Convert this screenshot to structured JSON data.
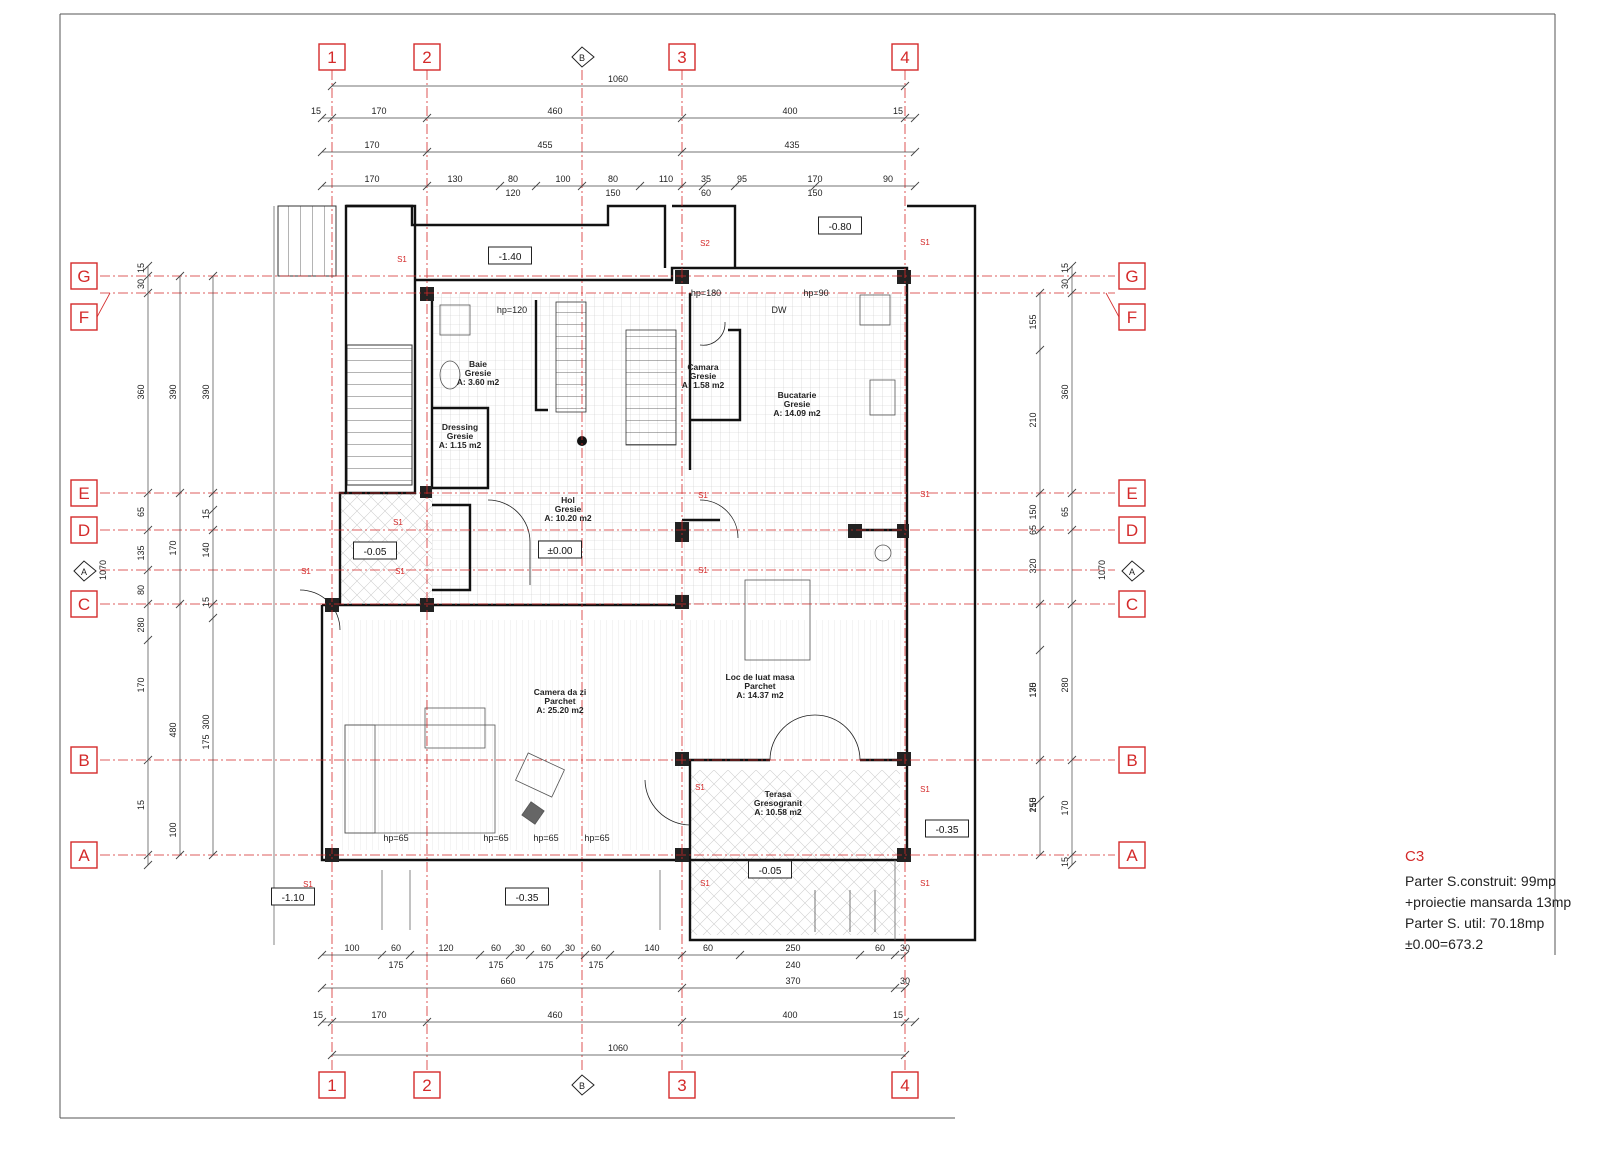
{
  "axes": {
    "columns": [
      "1",
      "2",
      "3",
      "4"
    ],
    "rows": [
      "G",
      "F",
      "E",
      "D",
      "C",
      "B",
      "A"
    ],
    "section_b": "B",
    "section_a": "A"
  },
  "dimensions": {
    "top_total": "1060",
    "top_row1": [
      "15",
      "170",
      "460",
      "400",
      "15"
    ],
    "top_row2": [
      "170",
      "455",
      "435"
    ],
    "top_row3": [
      "170",
      "130",
      "80",
      "100",
      "80",
      "110",
      "35",
      "95",
      "170",
      "90"
    ],
    "top_row3b": [
      "120",
      "150",
      "60",
      "150"
    ],
    "bottom_row1": [
      "100",
      "60",
      "120",
      "60",
      "30",
      "60",
      "30",
      "60",
      "140",
      "60",
      "250",
      "60",
      "30"
    ],
    "bottom_row1b": [
      "175",
      "175",
      "175",
      "175",
      "240"
    ],
    "bottom_row2": [
      "660",
      "370",
      "30"
    ],
    "bottom_row3": [
      "15",
      "170",
      "460",
      "400",
      "15"
    ],
    "bottom_total": "1060",
    "left_outer": [
      "15",
      "30",
      "360",
      "65",
      "135",
      "80",
      "280",
      "170",
      "15"
    ],
    "left_mid": [
      "390",
      "170",
      "480",
      "100"
    ],
    "left_inner": [
      "390",
      "15",
      "140",
      "15",
      "300",
      "175"
    ],
    "left_total": "1070",
    "right_inner": [
      "155",
      "210",
      "150",
      "65",
      "320",
      "135",
      "170",
      "150",
      "215",
      "170"
    ],
    "right_outer": [
      "15",
      "30",
      "360",
      "65",
      "280",
      "15"
    ],
    "right_total": "1070"
  },
  "rooms": [
    {
      "name": "Baie",
      "finish": "Gresie",
      "area": "A: 3.60 m2"
    },
    {
      "name": "Dressing",
      "finish": "Gresie",
      "area": "A: 1.15 m2"
    },
    {
      "name": "Camara",
      "finish": "Gresie",
      "area": "A: 1.58 m2"
    },
    {
      "name": "Bucatarie",
      "finish": "Gresie",
      "area": "A: 14.09 m2"
    },
    {
      "name": "Hol",
      "finish": "Gresie",
      "area": "A: 10.20 m2"
    },
    {
      "name": "Camera da zi",
      "finish": "Parchet",
      "area": "A: 25.20 m2"
    },
    {
      "name": "Loc de luat masa",
      "finish": "Parchet",
      "area": "A: 14.37 m2"
    },
    {
      "name": "Terasa",
      "finish": "Gresogranit",
      "area": "A: 10.58 m2"
    }
  ],
  "levels": [
    "-1.40",
    "-0.80",
    "-0.05",
    "±0.00",
    "-0.35",
    "-0.05",
    "-1.10",
    "-0.35",
    "-0.35"
  ],
  "markers": {
    "si": "S1",
    "s2": "S2",
    "dw": "DW",
    "hp180": "hp=180",
    "hp90": "hp=90",
    "hp120": "hp=120",
    "hp65": "hp=65"
  },
  "legend": {
    "title": "C3",
    "lines": [
      "Parter S.construit: 99mp",
      "+proiectie mansarda 13mp",
      "Parter S. util: 70.18mp",
      "±0.00=673.2"
    ]
  },
  "colors": {
    "axis": "#d42a2a",
    "wall": "#111111",
    "grid": "#bdbdbd"
  }
}
